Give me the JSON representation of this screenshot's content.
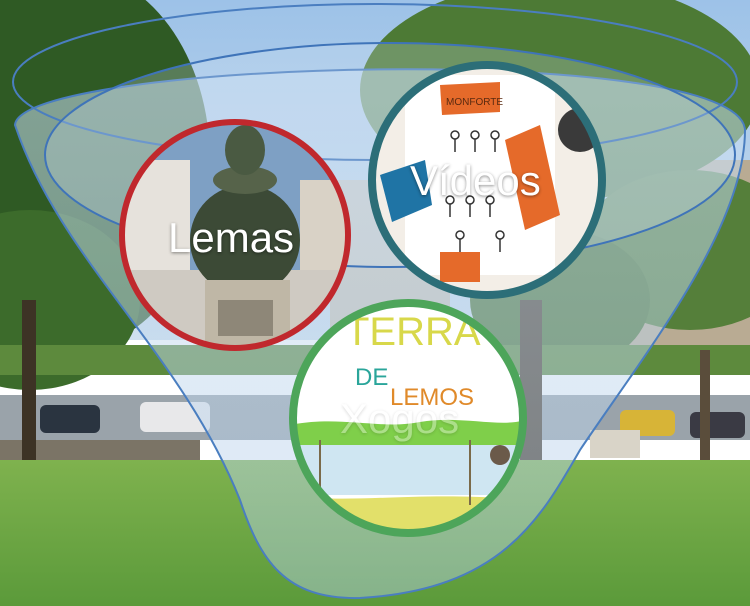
{
  "bubbles": [
    {
      "label": "Lemas",
      "ring_color": "#c0282d",
      "image": "bronze-bust-statue"
    },
    {
      "label": "Vídeos",
      "ring_color": "#2c6e78",
      "image": "paper-stick-figures-poster"
    },
    {
      "label": "Xogos",
      "ring_color": "#4da55a",
      "image": "childrens-drawing"
    }
  ],
  "drawing_text": {
    "line1": "TERRA",
    "line2": "DE",
    "line3": "LEMOS"
  },
  "poster_text": "MONFORTE",
  "colors": {
    "sky": "#a9c9e6",
    "grass": "#6ea84a",
    "funnel": "#b9d4ef",
    "funnel_outline": "#4a7ec0"
  }
}
